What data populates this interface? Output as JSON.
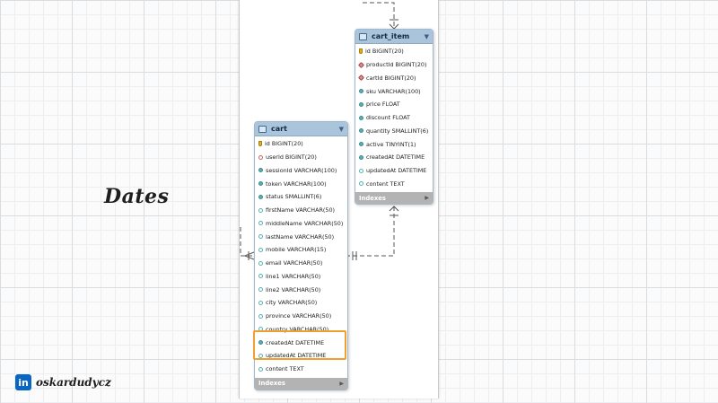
{
  "slide": {
    "title": "Dates"
  },
  "cart_item": {
    "name": "cart_item",
    "columns": [
      {
        "text": "id BIGINT(20)",
        "icon": "primary-key-icon"
      },
      {
        "text": "productId BIGINT(20)",
        "icon": "foreign-key-icon"
      },
      {
        "text": "cartId BIGINT(20)",
        "icon": "foreign-key-icon"
      },
      {
        "text": "sku VARCHAR(100)",
        "icon": "not-null-column-icon"
      },
      {
        "text": "price FLOAT",
        "icon": "not-null-column-icon"
      },
      {
        "text": "discount FLOAT",
        "icon": "not-null-column-icon"
      },
      {
        "text": "quantity SMALLINT(6)",
        "icon": "not-null-column-icon"
      },
      {
        "text": "active TINYINT(1)",
        "icon": "not-null-column-icon"
      },
      {
        "text": "createdAt DATETIME",
        "icon": "not-null-column-icon"
      },
      {
        "text": "updatedAt DATETIME",
        "icon": "nullable-column-icon"
      },
      {
        "text": "content TEXT",
        "icon": "nullable-column-icon"
      }
    ],
    "indexes_label": "Indexes"
  },
  "cart": {
    "name": "cart",
    "columns": [
      {
        "text": "id BIGINT(20)",
        "icon": "primary-key-icon"
      },
      {
        "text": "userId BIGINT(20)",
        "icon": "nullable-foreign-key-icon"
      },
      {
        "text": "sessionId VARCHAR(100)",
        "icon": "not-null-column-icon"
      },
      {
        "text": "token VARCHAR(100)",
        "icon": "not-null-column-icon"
      },
      {
        "text": "status SMALLINT(6)",
        "icon": "not-null-column-icon"
      },
      {
        "text": "firstName VARCHAR(50)",
        "icon": "nullable-column-icon"
      },
      {
        "text": "middleName VARCHAR(50)",
        "icon": "nullable-column-icon"
      },
      {
        "text": "lastName VARCHAR(50)",
        "icon": "nullable-column-icon"
      },
      {
        "text": "mobile VARCHAR(15)",
        "icon": "nullable-column-icon"
      },
      {
        "text": "email VARCHAR(50)",
        "icon": "nullable-column-icon"
      },
      {
        "text": "line1 VARCHAR(50)",
        "icon": "nullable-column-icon"
      },
      {
        "text": "line2 VARCHAR(50)",
        "icon": "nullable-column-icon"
      },
      {
        "text": "city VARCHAR(50)",
        "icon": "nullable-column-icon"
      },
      {
        "text": "province VARCHAR(50)",
        "icon": "nullable-column-icon"
      },
      {
        "text": "country VARCHAR(50)",
        "icon": "nullable-column-icon"
      },
      {
        "text": "createdAt DATETIME",
        "icon": "not-null-column-icon"
      },
      {
        "text": "updatedAt DATETIME",
        "icon": "nullable-column-icon"
      },
      {
        "text": "content TEXT",
        "icon": "nullable-column-icon"
      }
    ],
    "indexes_label": "Indexes"
  },
  "branding": {
    "handle": "oskardudycz",
    "logo": "in"
  },
  "colors": {
    "highlight": "#f0a030",
    "table_header": "#a9c4db",
    "linkedin": "#0a66c2"
  }
}
